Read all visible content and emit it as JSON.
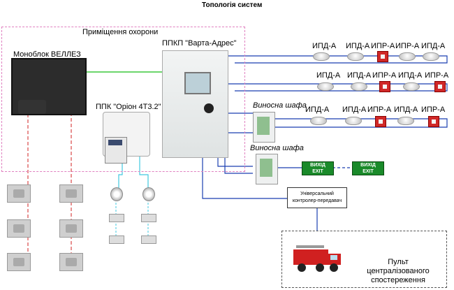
{
  "title": "Топологія систем",
  "labels": {
    "zone": "Приміщення охорони",
    "monoblock": "Моноблок ВЕЛЛЕЗ",
    "panel": "ППКП \"Варта-Адрес\"",
    "orion": "ППК \"Оріон 4Т3.2\"",
    "cabinet1": "Виносна шафа",
    "cabinet2": "Виносна шафа",
    "controller": "Універсальний контролер-передавач",
    "central": "Пульт централізованого спостереження"
  },
  "rows": [
    {
      "items": [
        "ИПД-А",
        "ИПД-А",
        "ИПР-А",
        "ИПР-А",
        "ИПД-А"
      ]
    },
    {
      "items": [
        "ИПД-А",
        "ИПД-А",
        "ИПР-А",
        "ИПД-А",
        "ИПР-А"
      ]
    },
    {
      "items": [
        "ИПД-А",
        "ИПД-А",
        "ИПР-А",
        "ИПД-А",
        "ИПР-А"
      ]
    }
  ],
  "exit_signs": [
    "ВИХІД\nEXIT",
    "ВИХІД\nEXIT"
  ],
  "colors": {
    "loop": "#1a3fb0",
    "zone_border": "#e080c0",
    "green_link": "#3cc83c",
    "red_link": "#d02020",
    "cyan_link": "#40c8e0"
  }
}
